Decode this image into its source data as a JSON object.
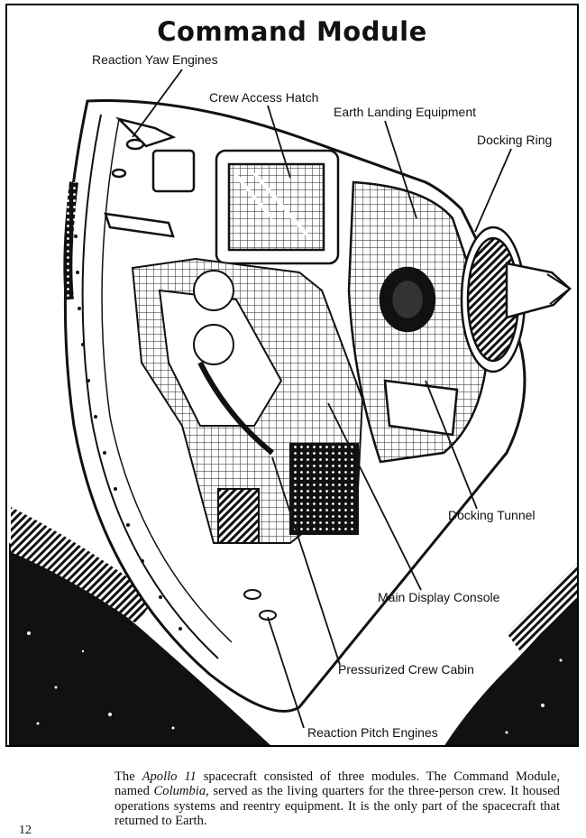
{
  "page": {
    "title": "Command Module",
    "page_number": "12"
  },
  "callouts": {
    "reaction_yaw_engines": "Reaction Yaw Engines",
    "crew_access_hatch": "Crew Access Hatch",
    "earth_landing_equipment": "Earth Landing Equipment",
    "docking_ring": "Docking Ring",
    "docking_tunnel": "Docking Tunnel",
    "main_display_console": "Main Display Console",
    "pressurized_crew_cabin": "Pressurized Crew Cabin",
    "reaction_pitch_engines": "Reaction Pitch Engines"
  },
  "caption": {
    "part1": "The ",
    "apollo": "Apollo 11",
    "part2": " spacecraft consisted of three modules. The Command Module, named ",
    "columbia": "Columbia",
    "part3": ", served as the living quarters for the three-person crew. It housed operations systems and reentry equipment. It is the only part of the spacecraft that returned to Earth."
  },
  "illustration": {
    "subject": "command-module-cutaway",
    "style": "black-and-white line art",
    "colors": {
      "ink": "#111111",
      "paper": "#ffffff"
    }
  }
}
